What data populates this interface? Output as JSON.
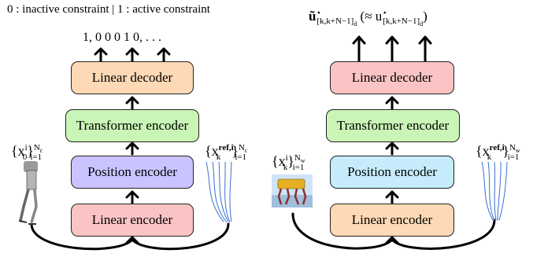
{
  "legend": "0 : inactive constraint | 1 : active constraint",
  "left_diagram": {
    "output_label": "1, 0 0 0 1 0, . . .",
    "blocks": [
      {
        "label": "Linear decoder",
        "color": "#fdd9b5"
      },
      {
        "label": "Transformer encoder",
        "color": "#c9f5b6"
      },
      {
        "label": "Position encoder",
        "color": "#c9c4ff"
      },
      {
        "label": "Linear encoder",
        "color": "#fbc4c4"
      }
    ],
    "input_left": {
      "base": "{x",
      "sup": "i",
      "sub": "0",
      "close": "}",
      "range_sup": "N",
      "range_sup_sub": "c",
      "range_sub": "i=1"
    },
    "input_right": {
      "base": "{x",
      "sup": "ref,i",
      "sub": "k",
      "close": "}",
      "range_sup": "N",
      "range_sup_sub": "c",
      "range_sub": "i=1"
    },
    "image_left": "humanoid-robot-image",
    "image_right": "reference-trajectories-plot"
  },
  "right_diagram": {
    "output_label": {
      "lhs": "ũ",
      "lhs_sup": "⋆",
      "lhs_sub": "[k,k+N−1]",
      "lhs_sub_sub": "d",
      "rhs_open": "(≈ u",
      "rhs_sup": "⋆",
      "rhs_sub": "[k,k+N−1]",
      "rhs_sub_sub": "d",
      "rhs_close": ")"
    },
    "blocks": [
      {
        "label": "Linear decoder",
        "color": "#fbc4c4"
      },
      {
        "label": "Transformer encoder",
        "color": "#c9f5b6"
      },
      {
        "label": "Position encoder",
        "color": "#c6ecfb"
      },
      {
        "label": "Linear encoder",
        "color": "#fdd9b5"
      }
    ],
    "input_left": {
      "base": "{x",
      "sup": "i",
      "sub": "k",
      "close": "}",
      "range_sup": "N",
      "range_sup_sub": "w",
      "range_sub": "i=1"
    },
    "input_right": {
      "base": "{x",
      "sup": "ref,i",
      "sub": "k",
      "close": "}",
      "range_sup": "N",
      "range_sup_sub": "w",
      "range_sub": "i=1"
    },
    "image_left": "quadruped-robot-image",
    "image_right": "reference-trajectories-plot"
  }
}
